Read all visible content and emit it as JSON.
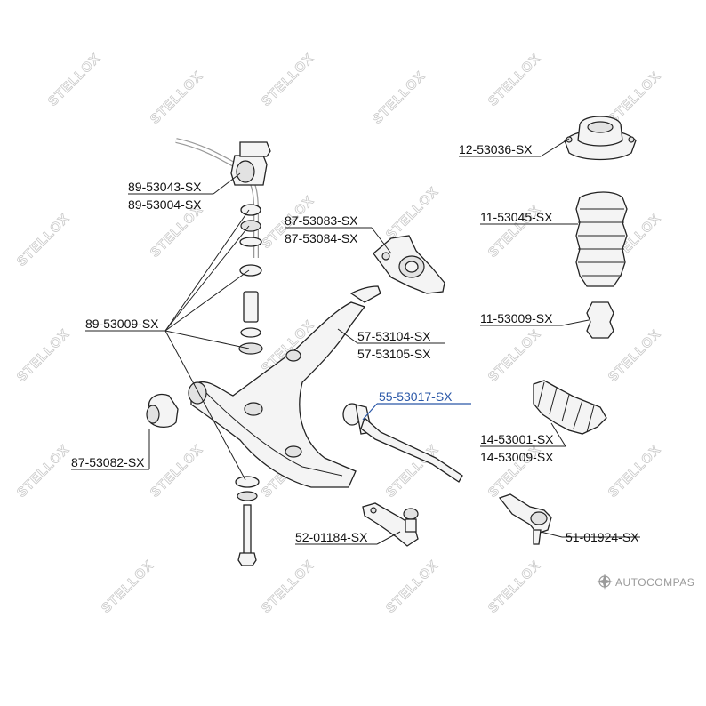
{
  "watermark": "STELLOX",
  "brand": "AUTOCOMPAS",
  "colors": {
    "highlight": "#2b58a8",
    "line": "#222222",
    "watermark": "#c9c9c9"
  },
  "labels": {
    "p_89_53043": "89-53043-SX",
    "p_89_53004": "89-53004-SX",
    "p_87_53083": "87-53083-SX",
    "p_87_53084": "87-53084-SX",
    "p_12_53036": "12-53036-SX",
    "p_11_53045": "11-53045-SX",
    "p_89_53009": "89-53009-SX",
    "p_57_53104": "57-53104-SX",
    "p_57_53105": "57-53105-SX",
    "p_11_53009": "11-53009-SX",
    "p_55_53017": "55-53017-SX",
    "p_87_53082": "87-53082-SX",
    "p_14_53001": "14-53001-SX",
    "p_14_53009": "14-53009-SX",
    "p_52_01184": "52-01184-SX",
    "p_51_01924": "51-01924-SX"
  }
}
